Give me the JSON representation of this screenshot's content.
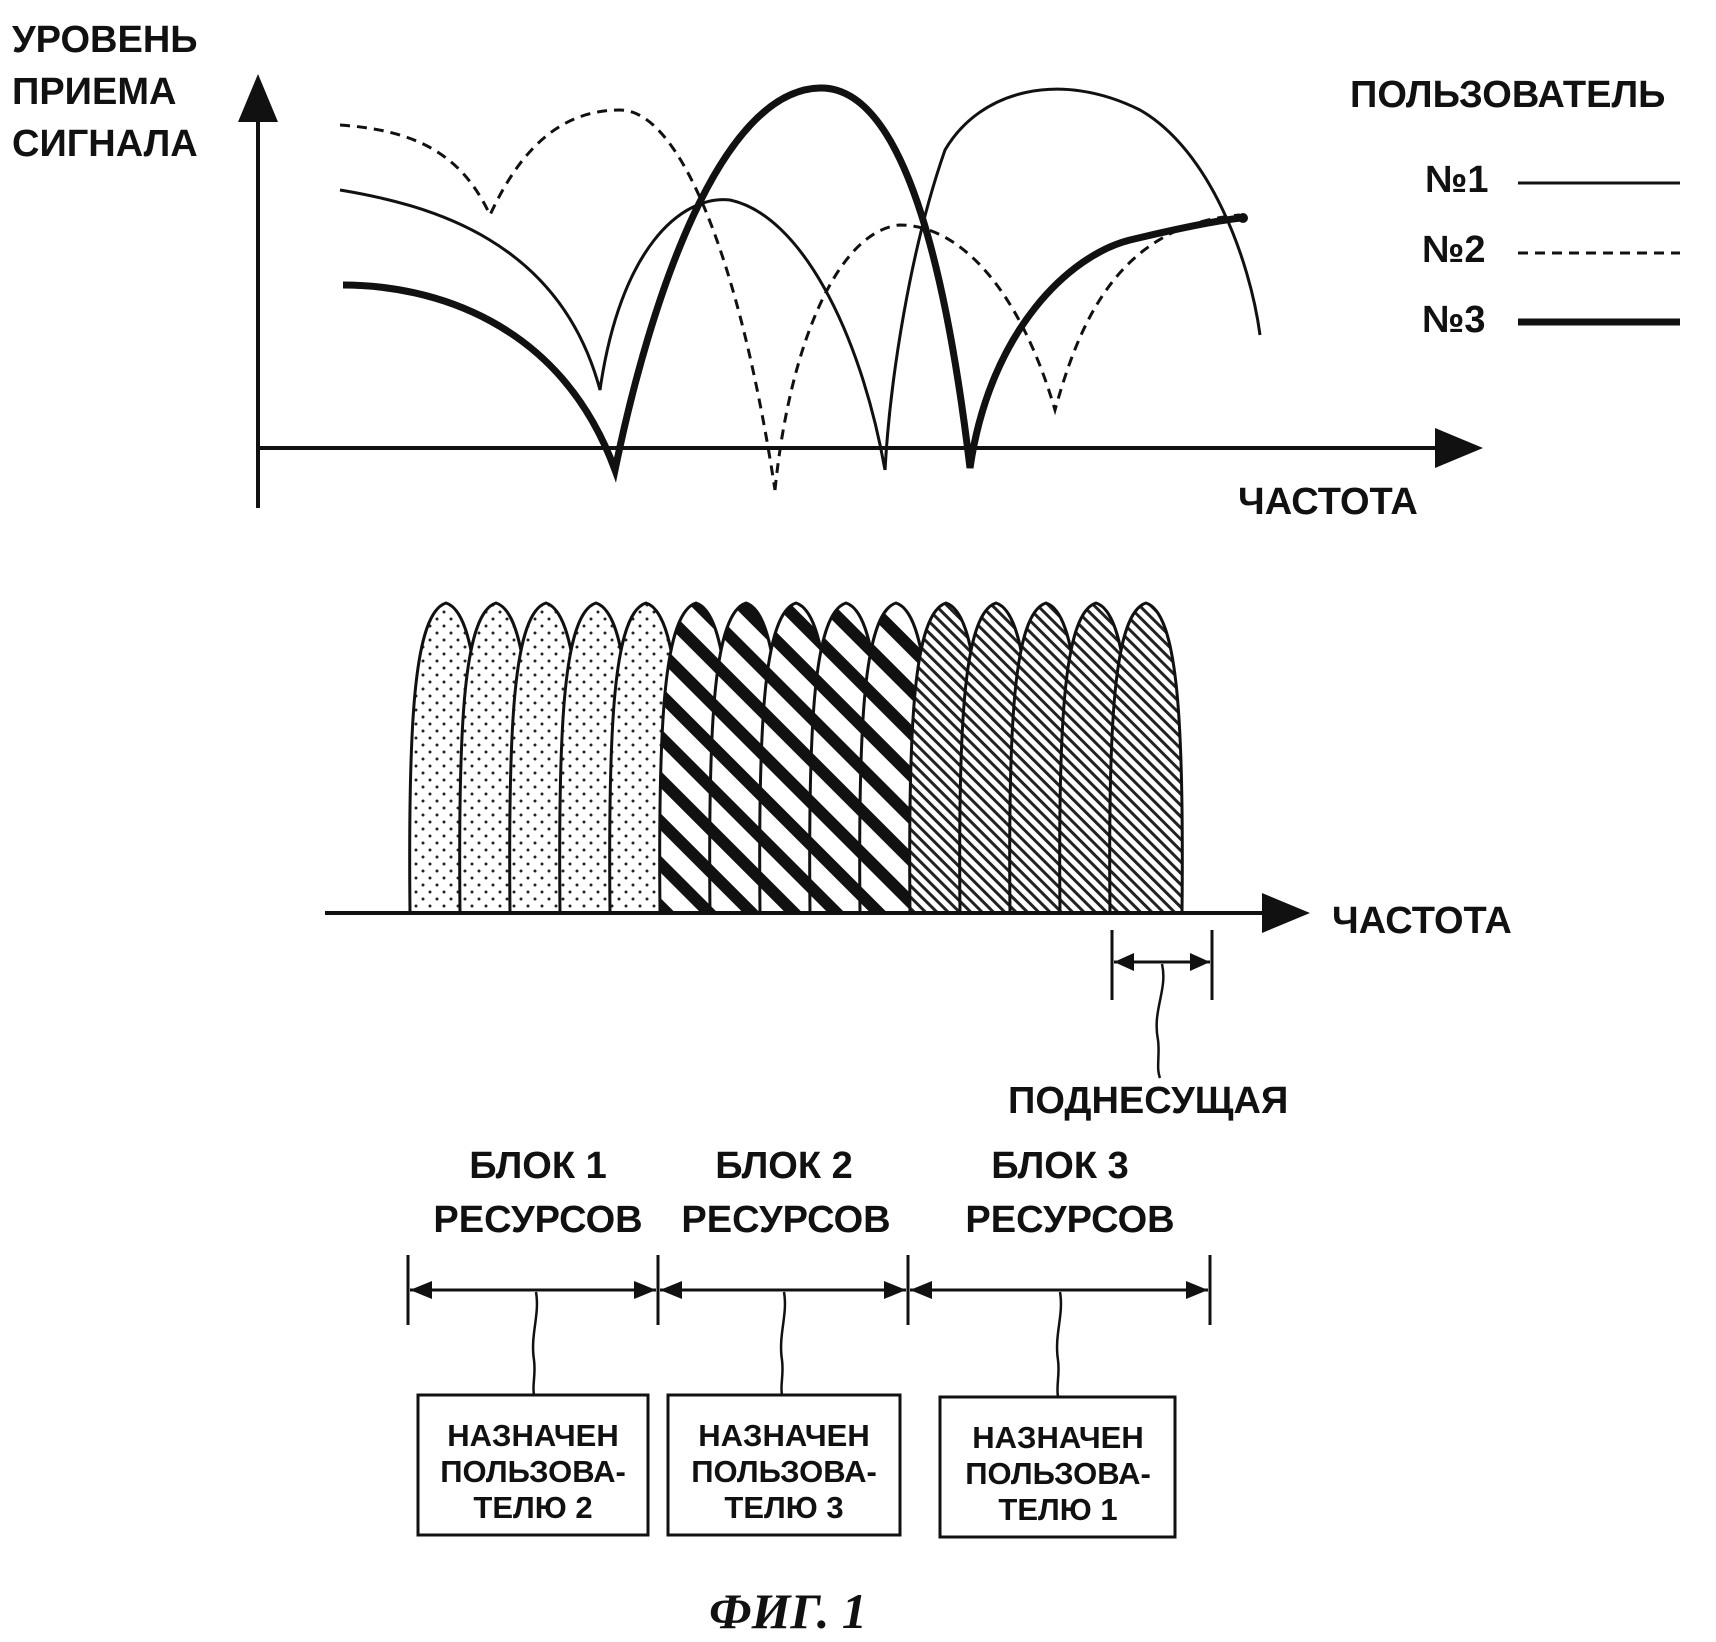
{
  "top_chart": {
    "y_axis_label": [
      "УРОВЕНЬ",
      "ПРИЕМА",
      "СИГНАЛА"
    ],
    "x_axis_label": "ЧАСТОТА",
    "legend_title": "ПОЛЬЗОВАТЕЛЬ",
    "legend": [
      {
        "label": "№1",
        "style": "solid-thin"
      },
      {
        "label": "№2",
        "style": "dashed"
      },
      {
        "label": "№3",
        "style": "solid-thick"
      }
    ]
  },
  "spectrum": {
    "x_axis_label": "ЧАСТОТА",
    "subcarrier_label": "ПОДНЕСУЩАЯ",
    "subcarrier_count": 15,
    "block_patterns": [
      "dots",
      "wide-hatch",
      "fine-hatch"
    ]
  },
  "blocks": [
    {
      "title": [
        "БЛОК 1",
        "РЕСУРСОВ"
      ],
      "assignment": [
        "НАЗНАЧЕН",
        "ПОЛЬЗОВА-",
        "ТЕЛЮ 2"
      ]
    },
    {
      "title": [
        "БЛОК 2",
        "РЕСУРСОВ"
      ],
      "assignment": [
        "НАЗНАЧЕН",
        "ПОЛЬЗОВА-",
        "ТЕЛЮ 3"
      ]
    },
    {
      "title": [
        "БЛОК 3",
        "РЕСУРСОВ"
      ],
      "assignment": [
        "НАЗНАЧЕН",
        "ПОЛЬЗОВА-",
        "ТЕЛЮ 1"
      ]
    }
  ],
  "caption": "ФИГ. 1"
}
